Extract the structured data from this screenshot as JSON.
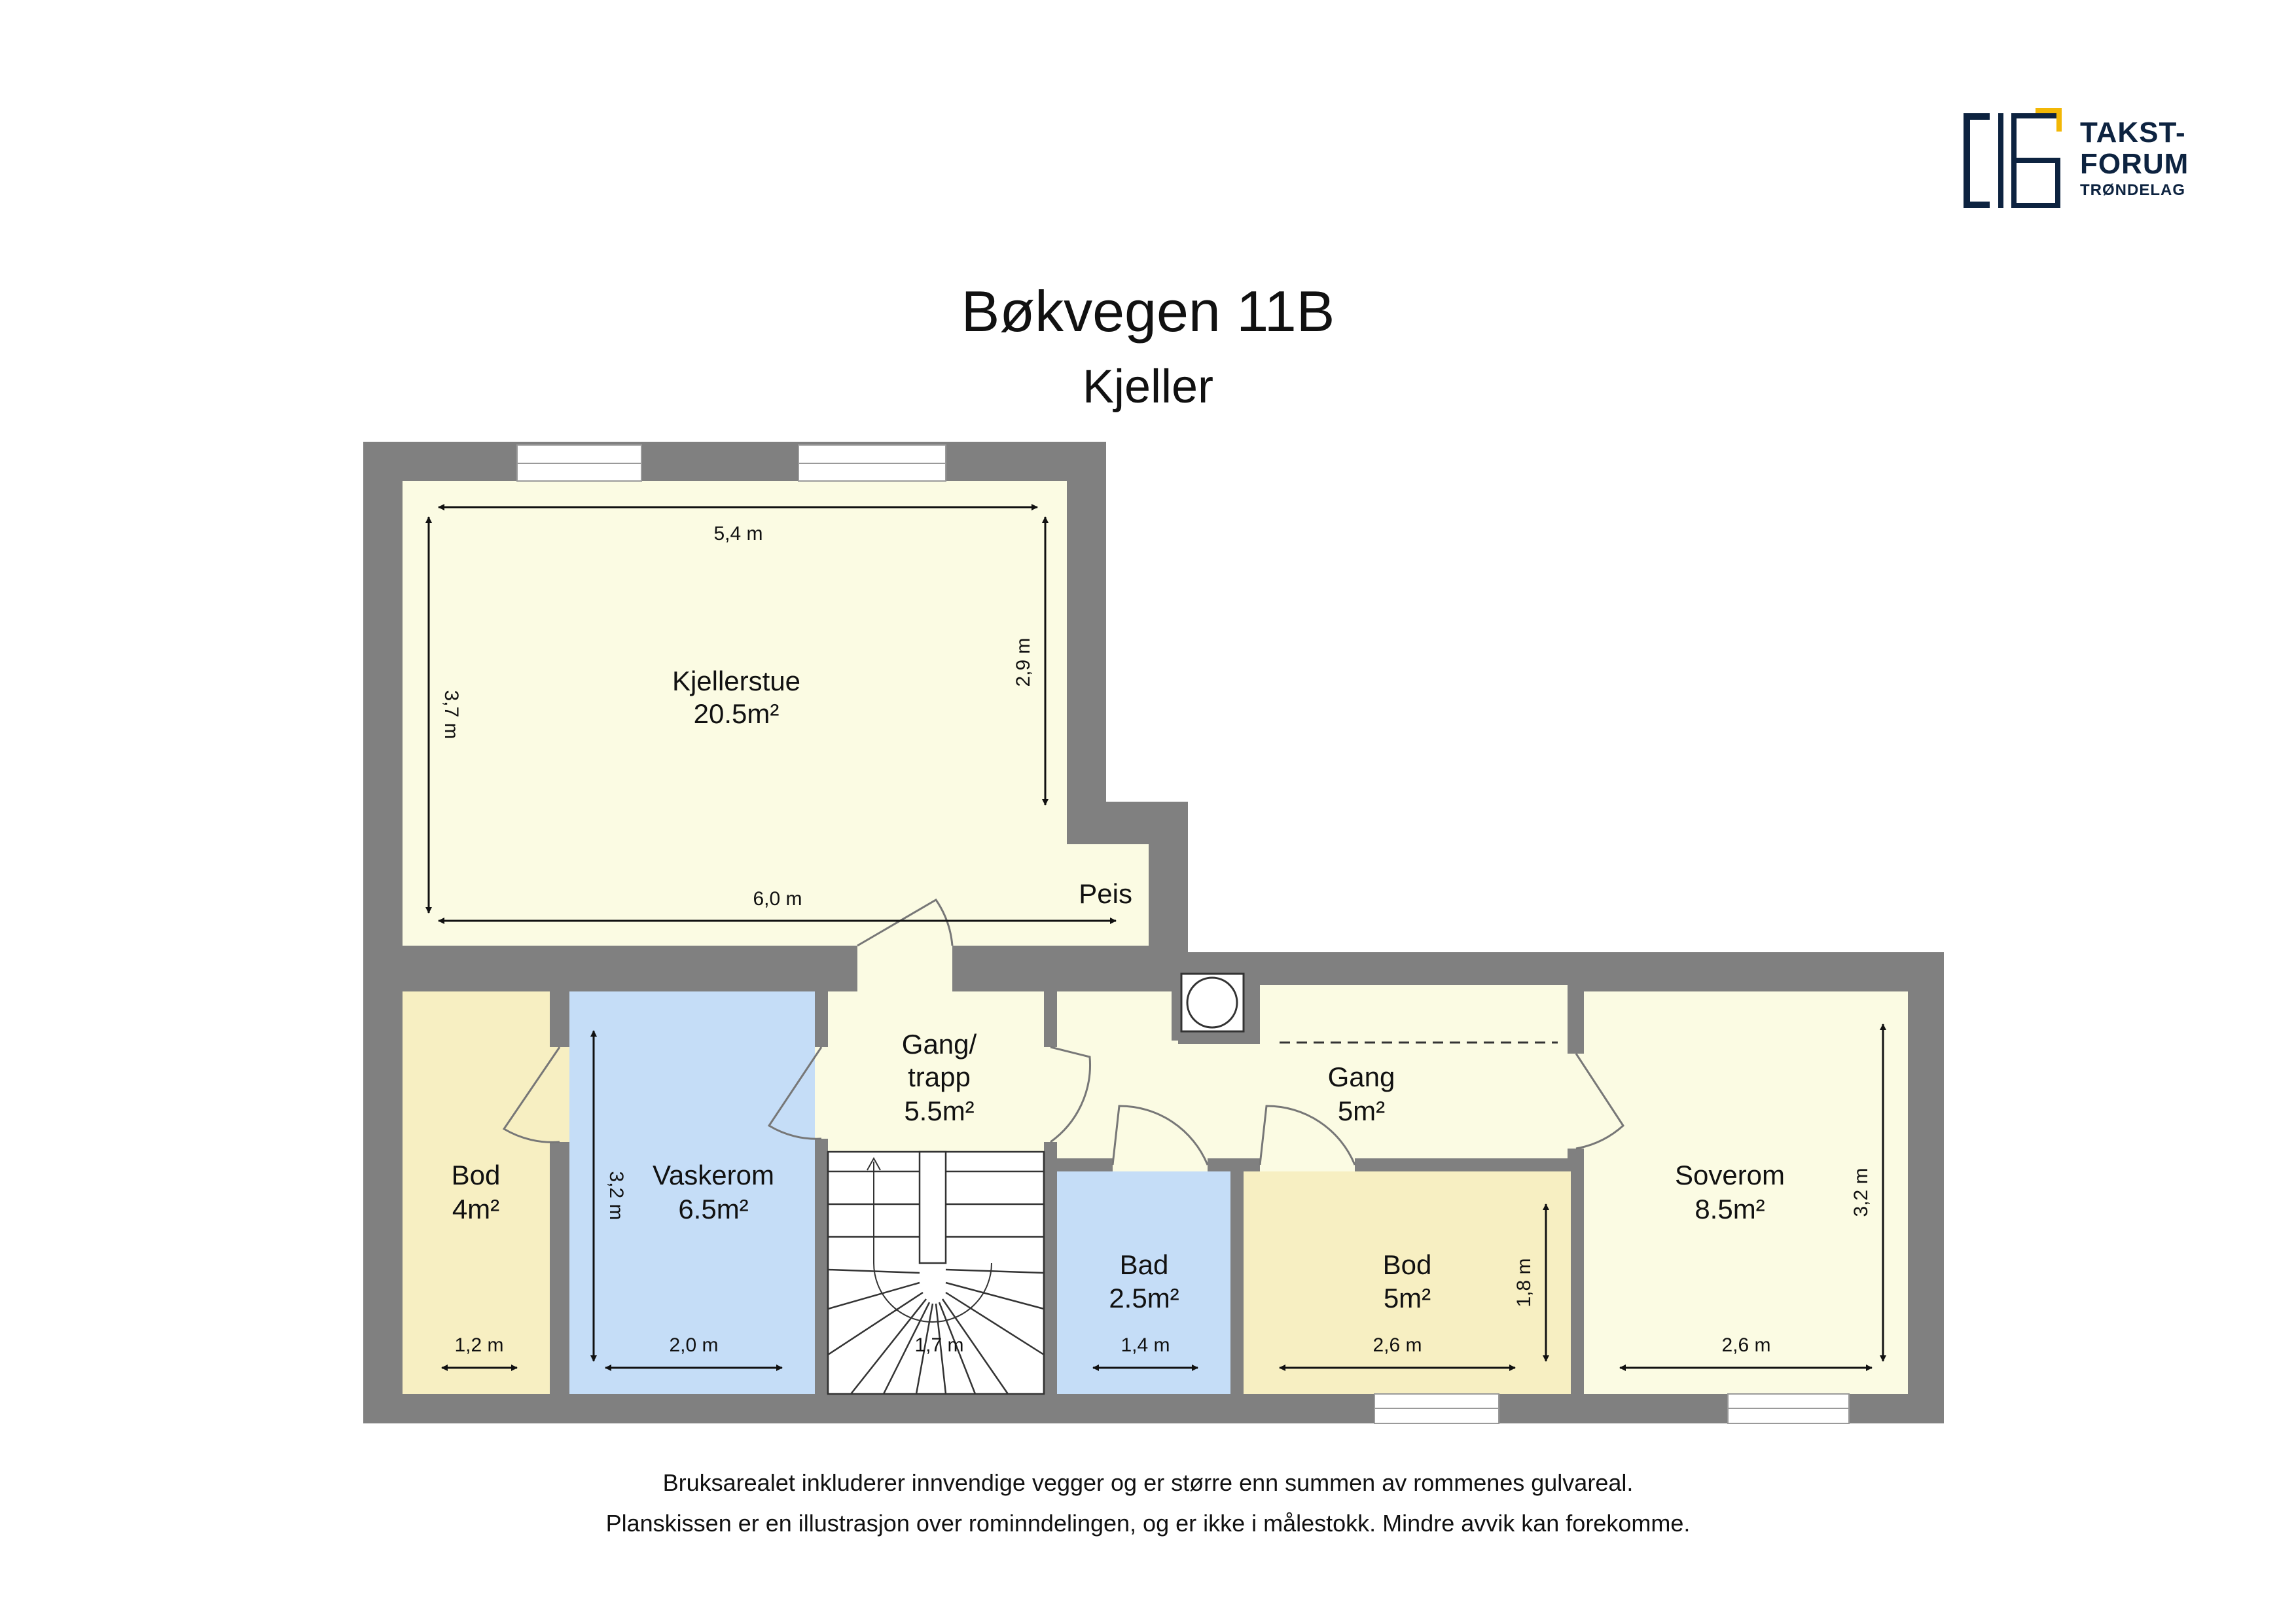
{
  "header": {
    "title": "Bøkvegen 11B",
    "subtitle": "Kjeller"
  },
  "logo": {
    "line1": "TAKST-",
    "line2": "FORUM",
    "line3": "TRØNDELAG",
    "color": "#0d2340",
    "accent": "#f2b705"
  },
  "colors": {
    "wall": "#808080",
    "cream": "#fbfbe3",
    "blue": "#c5ddf7",
    "yellow": "#f7efc2"
  },
  "rooms": {
    "kjellerstue": {
      "name": "Kjellerstue",
      "area": "20.5m²",
      "dim_top": "5,4 m",
      "dim_bottom": "6,0 m",
      "dim_left": "3,7 m",
      "dim_right": "2,9 m",
      "feature": "Peis"
    },
    "bod1": {
      "name": "Bod",
      "area": "4m²",
      "dim_width": "1,2 m"
    },
    "vaskerom": {
      "name": "Vaskerom",
      "area": "6.5m²",
      "dim_width": "2,0 m",
      "dim_height": "3,2 m"
    },
    "gang_trapp": {
      "name_line1": "Gang/",
      "name_line2": "trapp",
      "area": "5.5m²",
      "dim_width": "1,7 m"
    },
    "gang": {
      "name": "Gang",
      "area": "5m²"
    },
    "bad": {
      "name": "Bad",
      "area": "2.5m²",
      "dim_width": "1,4 m"
    },
    "bod2": {
      "name": "Bod",
      "area": "5m²",
      "dim_width": "2,6 m",
      "dim_height": "1,8 m"
    },
    "soverom": {
      "name": "Soverom",
      "area": "8.5m²",
      "dim_width": "2,6 m",
      "dim_height": "3,2 m"
    }
  },
  "footer": {
    "line1": "Bruksarealet inkluderer innvendige vegger og er større enn summen av rommenes gulvareal.",
    "line2": "Planskissen er en illustrasjon over rominndelingen, og er ikke i målestokk. Mindre avvik kan forekomme."
  }
}
